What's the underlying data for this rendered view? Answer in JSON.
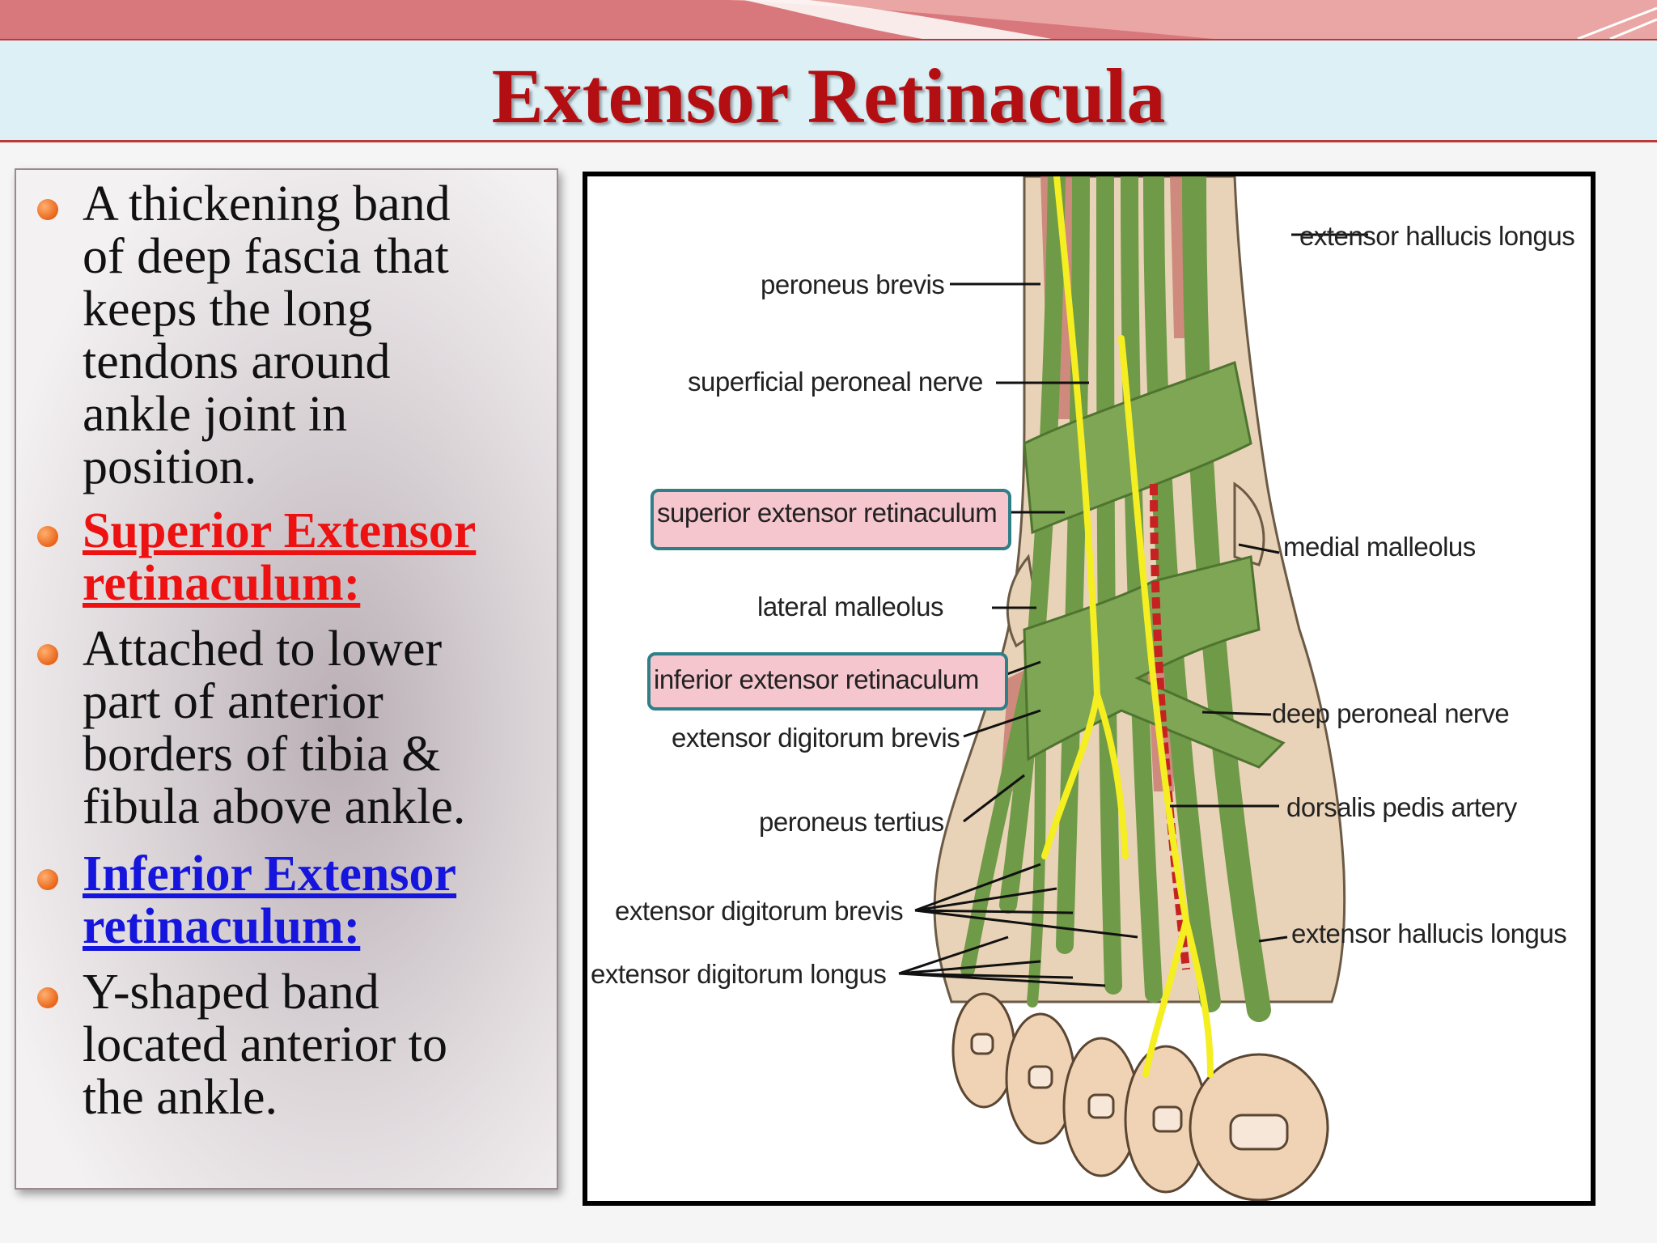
{
  "slide": {
    "title": "Extensor Retinacula",
    "colors": {
      "title": "#b30f12",
      "title_bar": "#dcf0f6",
      "accent_band": "#d9787c",
      "bullet_dot": "#e8651a",
      "superior_heading": "#ee1111",
      "inferior_heading": "#1515dd",
      "tendon_green": "#6f9a47",
      "nerve_yellow": "#f5ee21",
      "skin": "#e9d3b8"
    }
  },
  "bullets": [
    {
      "text": "A thickening band\nof deep fascia that\nkeeps the long\ntendons around\nankle joint in\nposition.",
      "style": "normal"
    },
    {
      "text": "Superior Extensor\nretinaculum:",
      "style": "red-underline"
    },
    {
      "text": "Attached to lower\npart of anterior\nborders of tibia &\nfibula above ankle.",
      "style": "normal"
    },
    {
      "text": "Inferior Extensor\nretinaculum:",
      "style": "blue-underline"
    },
    {
      "text": "Y-shaped band\nlocated anterior to\nthe ankle.",
      "style": "normal"
    }
  ],
  "diagram": {
    "labels": {
      "peroneus_brevis": "peroneus brevis",
      "superficial_peroneal_nerve": "superficial peroneal nerve",
      "superior_extensor_retinaculum": "superior extensor retinaculum",
      "lateral_malleolus": "lateral malleolus",
      "inferior_extensor_retinaculum": "inferior extensor retinaculum",
      "extensor_digitorum_brevis_upper": "extensor digitorum brevis",
      "peroneus_tertius": "peroneus tertius",
      "extensor_digitorum_brevis_lower": "extensor digitorum brevis",
      "extensor_digitorum_longus": "extensor digitorum longus",
      "extensor_hallucis_longus_top": "extensor hallucis longus",
      "medial_malleolus": "medial malleolus",
      "deep_peroneal_nerve": "deep peroneal nerve",
      "dorsalis_pedis_artery": "dorsalis pedis artery",
      "extensor_hallucis_longus_bottom": "extensor hallucis longus"
    },
    "highlighted": [
      "superior extensor retinaculum",
      "inferior extensor retinaculum"
    ]
  }
}
